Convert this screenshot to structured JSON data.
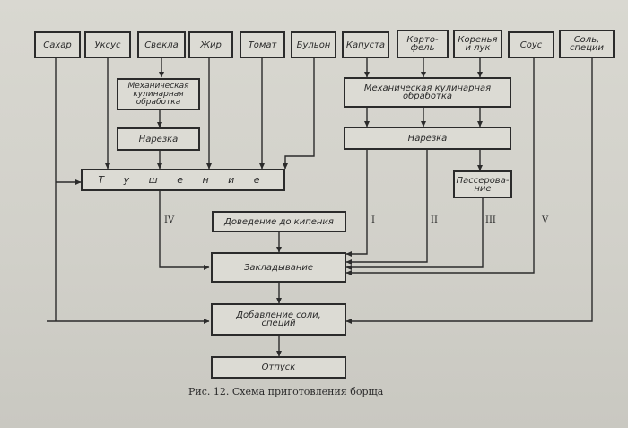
{
  "diagram": {
    "ingredients": [
      {
        "id": "sugar",
        "label": "Сахар"
      },
      {
        "id": "vinegar",
        "label": "Уксус"
      },
      {
        "id": "beet",
        "label": "Свекла"
      },
      {
        "id": "fat",
        "label": "Жир"
      },
      {
        "id": "tomato",
        "label": "Томат"
      },
      {
        "id": "broth",
        "label": "Бульон"
      },
      {
        "id": "cabbage",
        "label": "Капуста"
      },
      {
        "id": "potato",
        "label": "Карто-\nфель"
      },
      {
        "id": "roots",
        "label": "Коренья\nи лук"
      },
      {
        "id": "sauce",
        "label": "Соус"
      },
      {
        "id": "salt",
        "label": "Соль,\nспеции"
      }
    ],
    "steps": {
      "mech_left": "Механическая\nкулинарная\nобработка",
      "cut_left": "Нарезка",
      "stew": "Т у ш е н и е",
      "mech_right": "Механическая кулинарная\nобработка",
      "cut_right": "Нарезка",
      "saute": "Пассерова-\nние",
      "boil": "Доведение до кипения",
      "lay": "Закладывание",
      "add_salt": "Добавление соли,\nспеций",
      "serve": "Отпуск"
    },
    "roman": {
      "iv": "IV",
      "i": "I",
      "ii": "II",
      "iii": "III",
      "v": "V"
    },
    "caption": "Рис. 12. Схема приготовления борща"
  }
}
